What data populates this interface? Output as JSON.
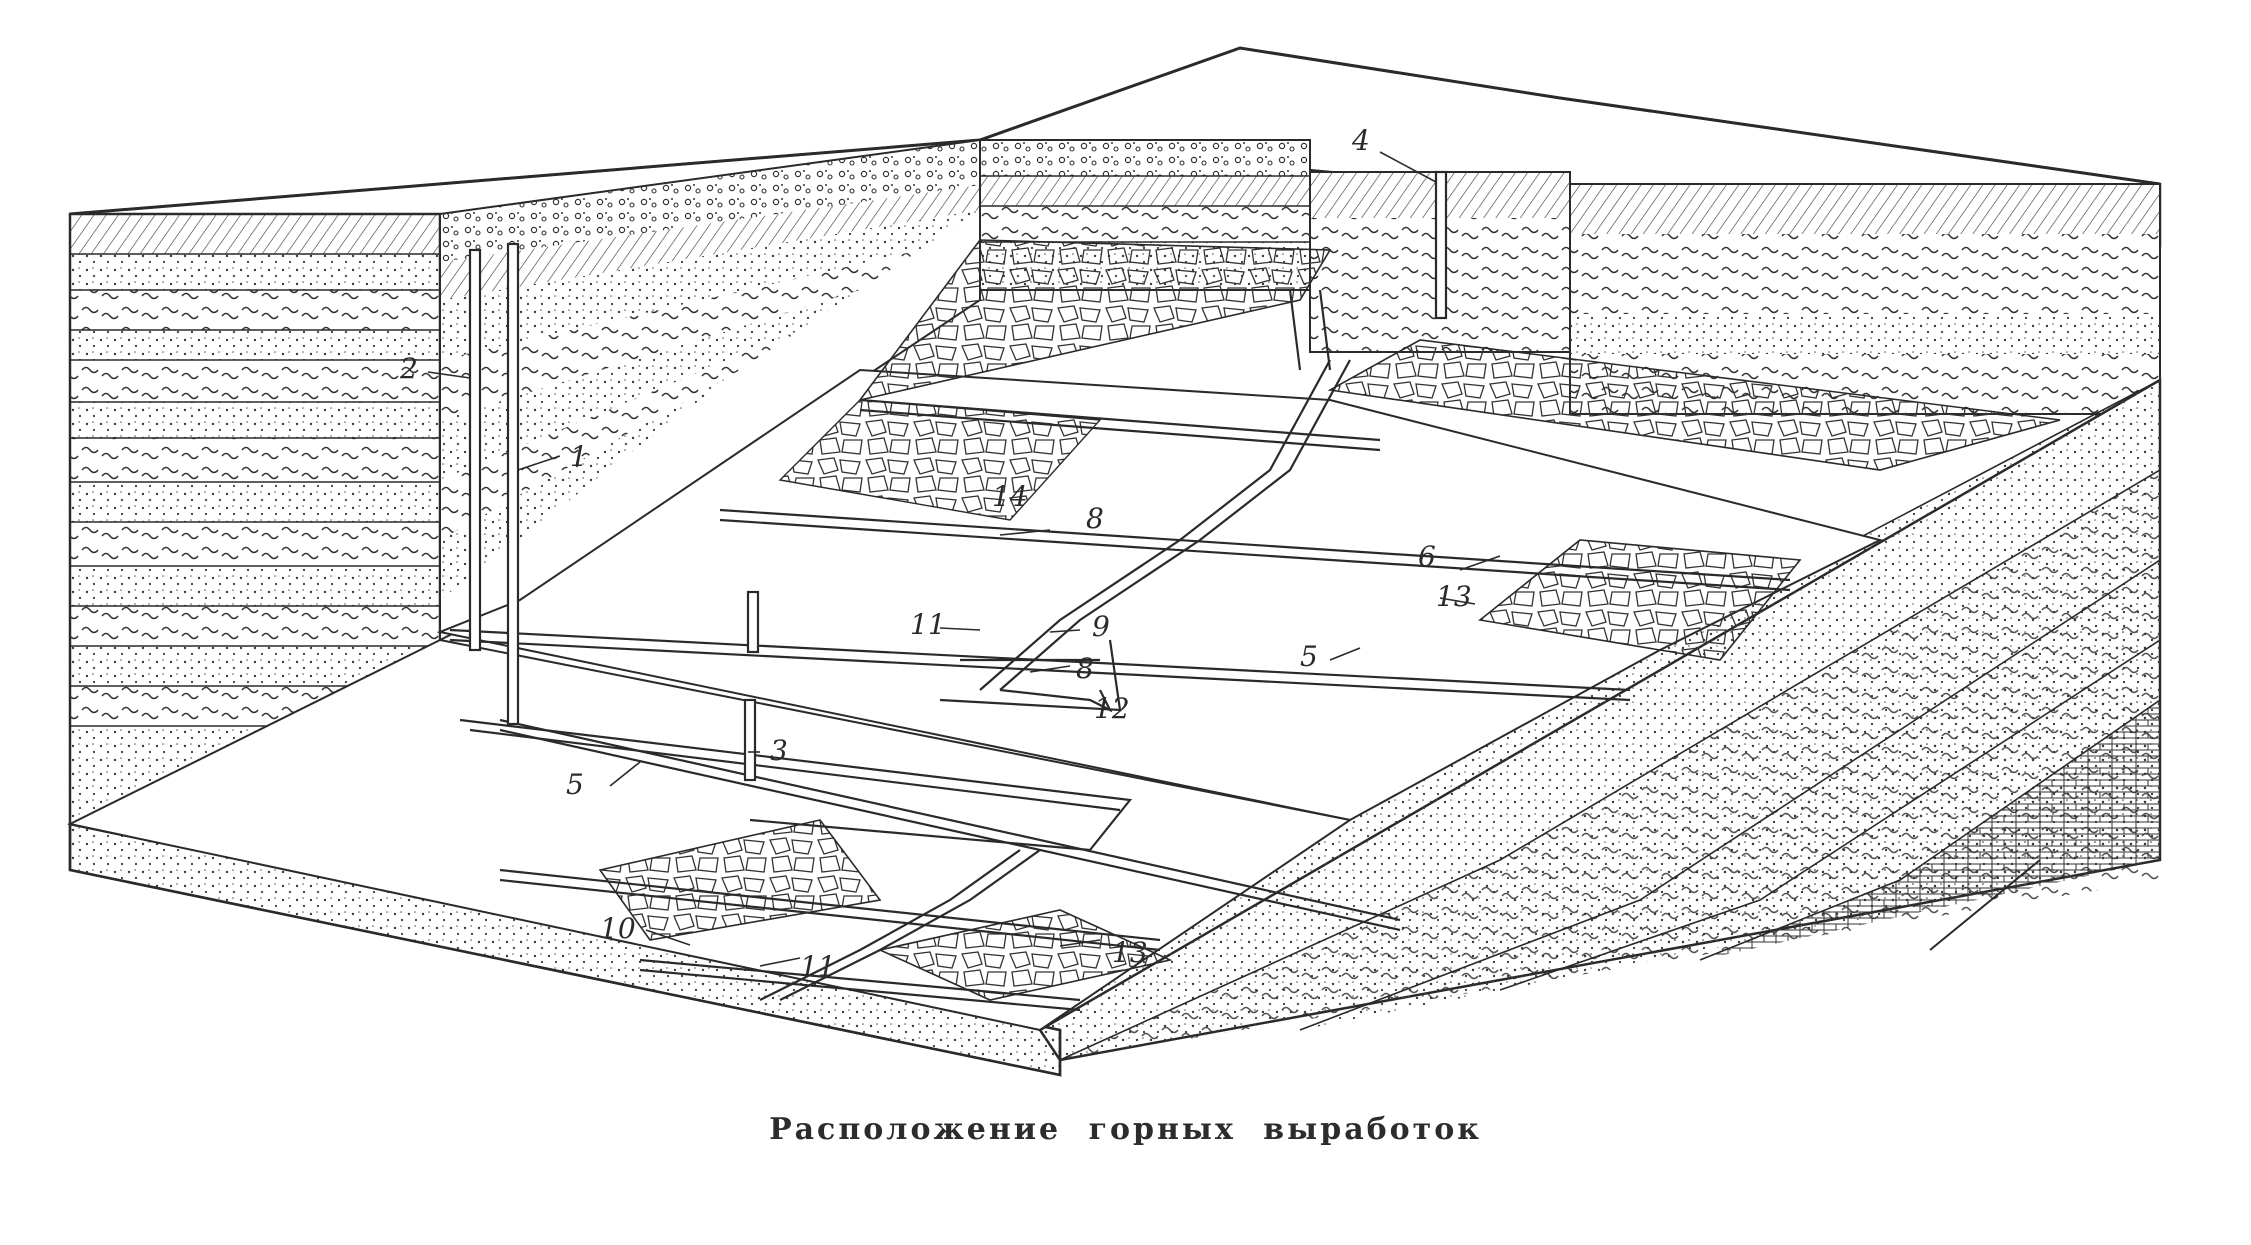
{
  "caption": "Расположение горных выработок",
  "labels": {
    "l1": "1",
    "l2": "2",
    "l3": "3",
    "l4": "4",
    "l5a": "5",
    "l5b": "5",
    "l6": "6",
    "l8a": "8",
    "l8b": "8",
    "l9": "9",
    "l10": "10",
    "l11a": "11",
    "l11b": "11",
    "l12": "12",
    "l13a": "13",
    "l13b": "13",
    "l14": "14"
  },
  "colors": {
    "ink": "#2a2a2a",
    "paper": "#ffffff",
    "shade": "#e9e9e9"
  }
}
